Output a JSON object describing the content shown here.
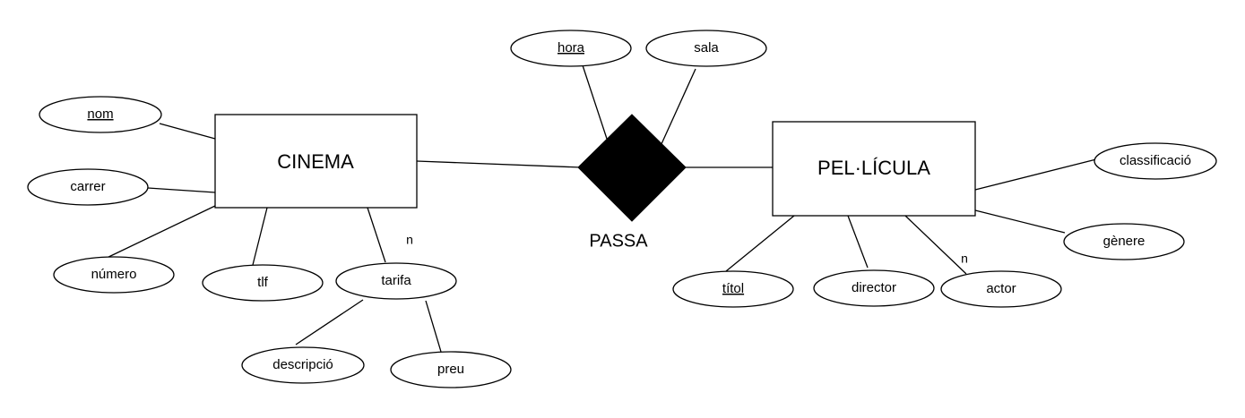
{
  "diagram": {
    "entities": {
      "cinema": {
        "label": "CINEMA"
      },
      "pelicula": {
        "label": "PEL·LÍCULA"
      }
    },
    "relationship": {
      "label": "PASSA",
      "fill": "#000000"
    },
    "attributes": {
      "nom": "nom",
      "carrer": "carrer",
      "numero": "número",
      "tlf": "tlf",
      "tarifa": "tarifa",
      "descripcio": "descripció",
      "preu": "preu",
      "hora": "hora",
      "sala": "sala",
      "classificacio": "classificació",
      "genere": "gènere",
      "titol": "títol",
      "director": "director",
      "actor": "actor"
    },
    "key_attributes": [
      "nom",
      "hora",
      "títol"
    ],
    "cardinalities": {
      "tarifa": "n",
      "actor": "n"
    }
  }
}
